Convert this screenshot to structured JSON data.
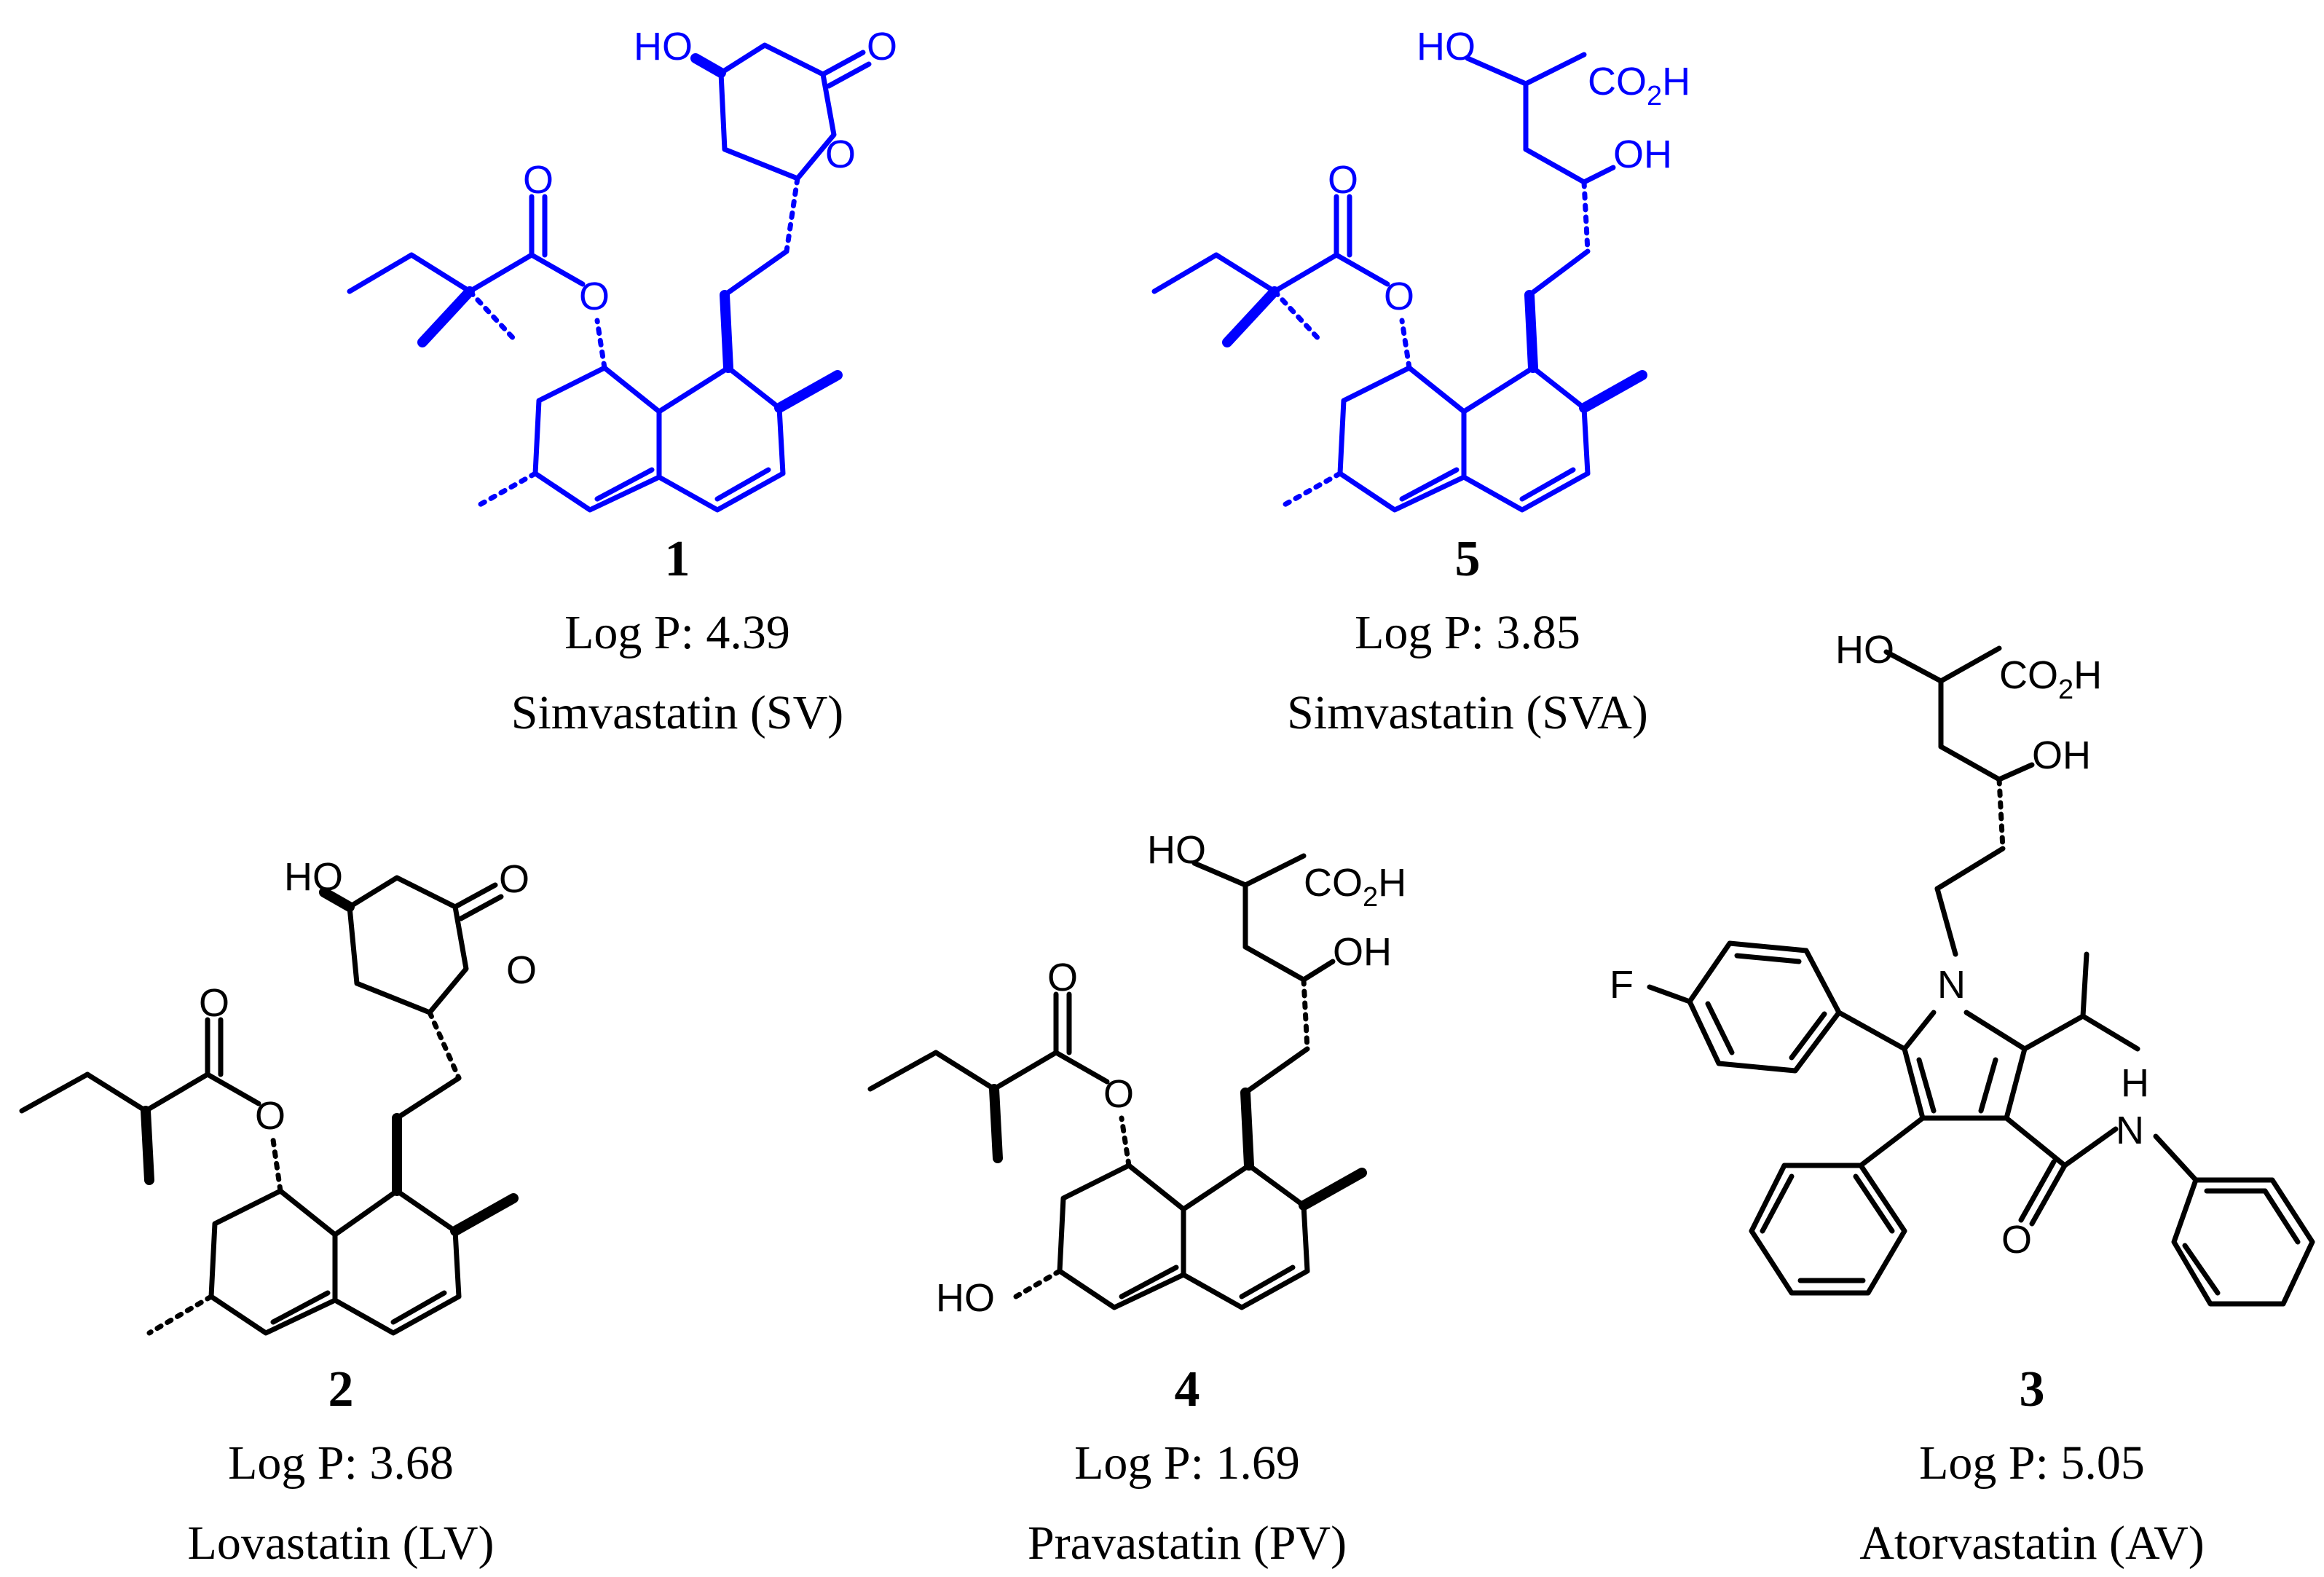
{
  "colors": {
    "highlight": "#0000ff",
    "default": "#000000",
    "background": "#ffffff"
  },
  "compounds": [
    {
      "number": "1",
      "logp": "Log P: 4.39",
      "name": "Simvastatin (SV)",
      "highlighted": true,
      "atoms": {
        "ho": "HO",
        "o_carbonyl_lactone": "O",
        "o_ring": "O",
        "o_ester_carbonyl": "O",
        "o_ester": "O"
      }
    },
    {
      "number": "5",
      "logp": "Log P: 3.85",
      "name": "Simvastatin (SVA)",
      "highlighted": true,
      "atoms": {
        "ho": "HO",
        "co2h": "CO",
        "co2h_sub": "2",
        "co2h_h": "H",
        "oh": "OH",
        "o_ester_carbonyl": "O",
        "o_ester": "O"
      }
    },
    {
      "number": "2",
      "logp": "Log P: 3.68",
      "name": "Lovastatin (LV)",
      "highlighted": false,
      "atoms": {
        "ho": "HO",
        "o_carbonyl_lactone": "O",
        "o_ring": "O",
        "o_ester_carbonyl": "O",
        "o_ester": "O"
      }
    },
    {
      "number": "4",
      "logp": "Log P: 1.69",
      "name": "Pravastatin (PV)",
      "highlighted": false,
      "atoms": {
        "ho": "HO",
        "co2h": "CO",
        "co2h_sub": "2",
        "co2h_h": "H",
        "oh": "OH",
        "o_ester_carbonyl": "O",
        "o_ester": "O",
        "ho_ring": "HO"
      }
    },
    {
      "number": "3",
      "logp": "Log P: 5.05",
      "name": "Atorvastatin (AV)",
      "highlighted": false,
      "atoms": {
        "ho": "HO",
        "co2h": "CO",
        "co2h_sub": "2",
        "co2h_h": "H",
        "oh": "OH",
        "f": "F",
        "n": "N",
        "nh_h": "H",
        "nh_n": "N",
        "o_amide": "O"
      }
    }
  ]
}
